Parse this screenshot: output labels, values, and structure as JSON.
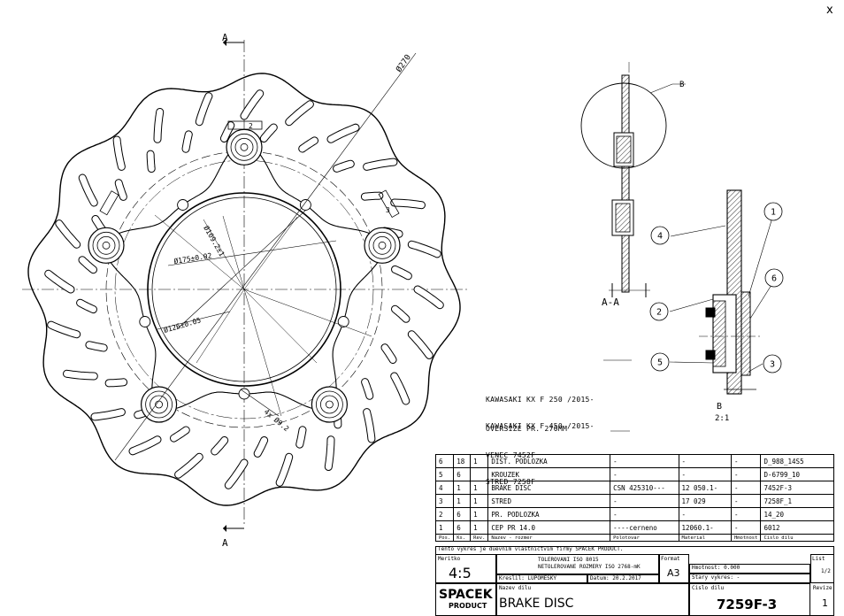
{
  "window": {
    "close_label": "x"
  },
  "front_view": {
    "section_label_top": "A",
    "section_label_bottom": "A",
    "dims": {
      "outer": "Ø270",
      "bolt_circle": "Ø175±0.02",
      "inner": "Ø109.2±1",
      "hub": "Ø126±0.05",
      "holes": "4x Ø9.2"
    },
    "marks": {
      "top": "2",
      "right": "3"
    }
  },
  "section_view": {
    "label": "A-A",
    "detail_ref": "B"
  },
  "detail": {
    "label": "B",
    "scale": "2:1",
    "balloons": [
      "1",
      "2",
      "3",
      "4",
      "5",
      "6"
    ]
  },
  "notes": {
    "models": [
      "KAWASAKI KX F 250 /2015-",
      "KAWASAKI KX F 450 /2015-"
    ],
    "variants": [
      "OVERSIZE PR. 270MM",
      "VENEC 7452F",
      "STRED 7258F"
    ]
  },
  "bom": {
    "rows": [
      [
        "6",
        "18",
        "1",
        "DIST. PODLOZKA",
        "-",
        "-",
        "-",
        "D_988_14S5"
      ],
      [
        "5",
        "6",
        "",
        "KROUZEK",
        "-",
        "-",
        "-",
        "D-6799_10"
      ],
      [
        "4",
        "1",
        "1",
        "BRAKE DISC",
        "CSN 425310---",
        "12 050.1-",
        "-",
        "7452F-3"
      ],
      [
        "3",
        "1",
        "1",
        "STRED",
        "-",
        "17 029",
        "-",
        "7258F_1"
      ],
      [
        "2",
        "6",
        "1",
        "PR. PODLOZKA",
        "-",
        "-",
        "-",
        "14_20"
      ],
      [
        "1",
        "6",
        "1",
        "CEP PR 14.0",
        "----cerneno",
        "12060.1-",
        "-",
        "6012"
      ]
    ],
    "headers": [
      "Pos.",
      "Ks.",
      "Rev.",
      "Nazev - rozmer",
      "Polotovar",
      "Material",
      "Hmotnost",
      "Cislo dilu"
    ]
  },
  "title_block": {
    "copyright": "Tento vykres je duevnim vlastnictvim firmy SPACEK PRODUCT.",
    "scale_label": "Meritko",
    "scale": "4:5",
    "tolerance_1": "TOLEROVANI ISO 8015",
    "tolerance_2": "NETOLEROVANE ROZMERY ISO 2768-mK",
    "format_label": "Format",
    "format": "A3",
    "mass": "Hmotnost: 0.000",
    "old_drawing": "Stary vykres: -",
    "sheet_label": "List",
    "sheet": "1/2",
    "drawn_by": "Kreslil: LUPOMESKY",
    "date": "Datum: 20.2.2017",
    "company_1": "SPACEK",
    "company_2": "PRODUCT",
    "part_name_label": "Nazev dilu",
    "part_name": "BRAKE DISC",
    "part_number_label": "Cislo dilu",
    "part_number": "7259F-3",
    "revision_label": "Revize",
    "revision": "1"
  }
}
